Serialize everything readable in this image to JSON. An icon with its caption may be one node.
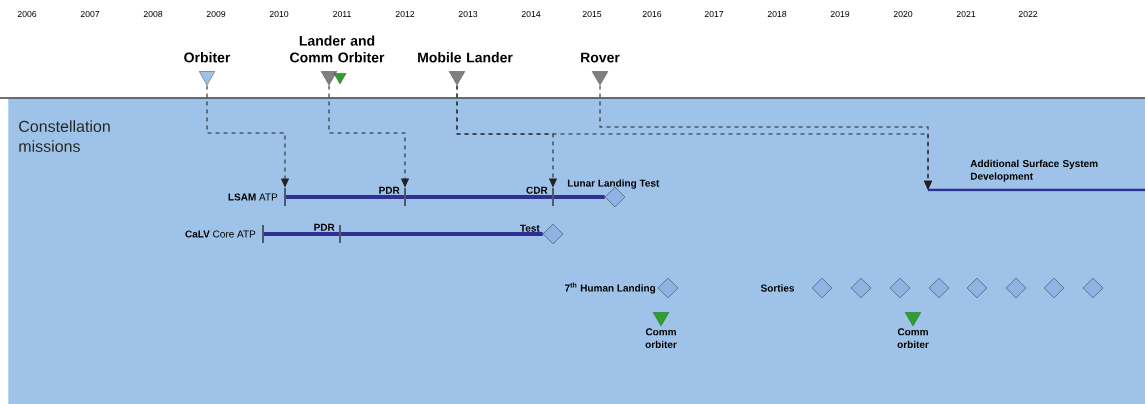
{
  "diagram": {
    "nodes": [
      {
        "text": [
          "Orbiter"
        ]
      },
      {
        "text": [
          "Lander and Comm Orbiter"
        ]
      },
      {
        "text": [
          "Mobile Lander"
        ]
      },
      {
        "text": [
          "Rover"
        ]
      },
      {
        "text": [
          "Constellation missions"
        ]
      },
      {
        "text": [
          "**LSAM** ATP"
        ],
        "in": 4
      },
      {
        "text": [
          "PDR"
        ],
        "in": 4
      },
      {
        "text": [
          "CDR"
        ],
        "in": 4
      },
      {
        "text": [
          "Lunar Landing Test"
        ],
        "in": 4
      },
      {
        "text": [
          "Additional Surface System Development"
        ],
        "in": 4
      },
      {
        "text": [
          "**CaLV** Core ATP"
        ],
        "in": 4
      },
      {
        "text": [
          "PDR"
        ],
        "in": 4
      },
      {
        "text": [
          "Test"
        ],
        "in": 4
      },
      {
        "text": [
          "7$^{th}$ Human Landing"
        ],
        "in": 4
      },
      {
        "text": [],
        "shape": "diamond",
        "in": 4,
        "beside": [
          "Sorties"
        ]
      },
      {
        "text": [],
        "shape": "diamond",
        "in": 4
      },
      {
        "text": [],
        "shape": "diamond",
        "in": 4
      },
      {
        "text": [],
        "shape": "diamond",
        "in": 4
      },
      {
        "text": [],
        "shape": "diamond",
        "in": 4
      },
      {
        "text": [],
        "shape": "diamond",
        "in": 4
      },
      {
        "text": [],
        "shape": "diamond",
        "in": 4
      },
      {
        "text": [],
        "shape": "diamond",
        "in": 4
      },
      {
        "text": [
          "Comm orbiter"
        ],
        "in": 4
      },
      {
        "text": [
          "Comm orbiter"
        ],
        "in": 4
      }
    ],
    "edges": [
      {
        "from": 0,
        "to": 5,
        "arrow": "to",
        "style": "dashed"
      },
      {
        "from": 1,
        "to": 6,
        "arrow": "to",
        "style": "dashed"
      },
      {
        "from": 2,
        "to": 7,
        "arrow": "to",
        "style": "dashed"
      },
      {
        "from": 2,
        "to": 9,
        "arrow": "to",
        "style": "dashed"
      },
      {
        "from": 3,
        "to": 9,
        "arrow": "to",
        "style": "dashed"
      },
      {
        "from": 5,
        "to": 6,
        "arrow": "none",
        "style": "thick",
        "color": "#2e3192"
      },
      {
        "from": 6,
        "to": 7,
        "arrow": "none",
        "style": "thick",
        "color": "#2e3192"
      },
      {
        "from": 7,
        "to": 8,
        "arrow": "none",
        "style": "thick",
        "color": "#2e3192"
      },
      {
        "from": 10,
        "to": 11,
        "arrow": "none",
        "style": "thick",
        "color": "#2e3192"
      },
      {
        "from": 11,
        "to": 12,
        "arrow": "none",
        "style": "thick",
        "color": "#2e3192"
      }
    ],
    "labels": [
      "2006",
      "2007",
      "2008",
      "2009",
      "2010",
      "2011",
      "2012",
      "2013",
      "2014",
      "2015",
      "2016",
      "2017",
      "2018",
      "2019",
      "2020",
      "2021",
      "2022"
    ]
  }
}
